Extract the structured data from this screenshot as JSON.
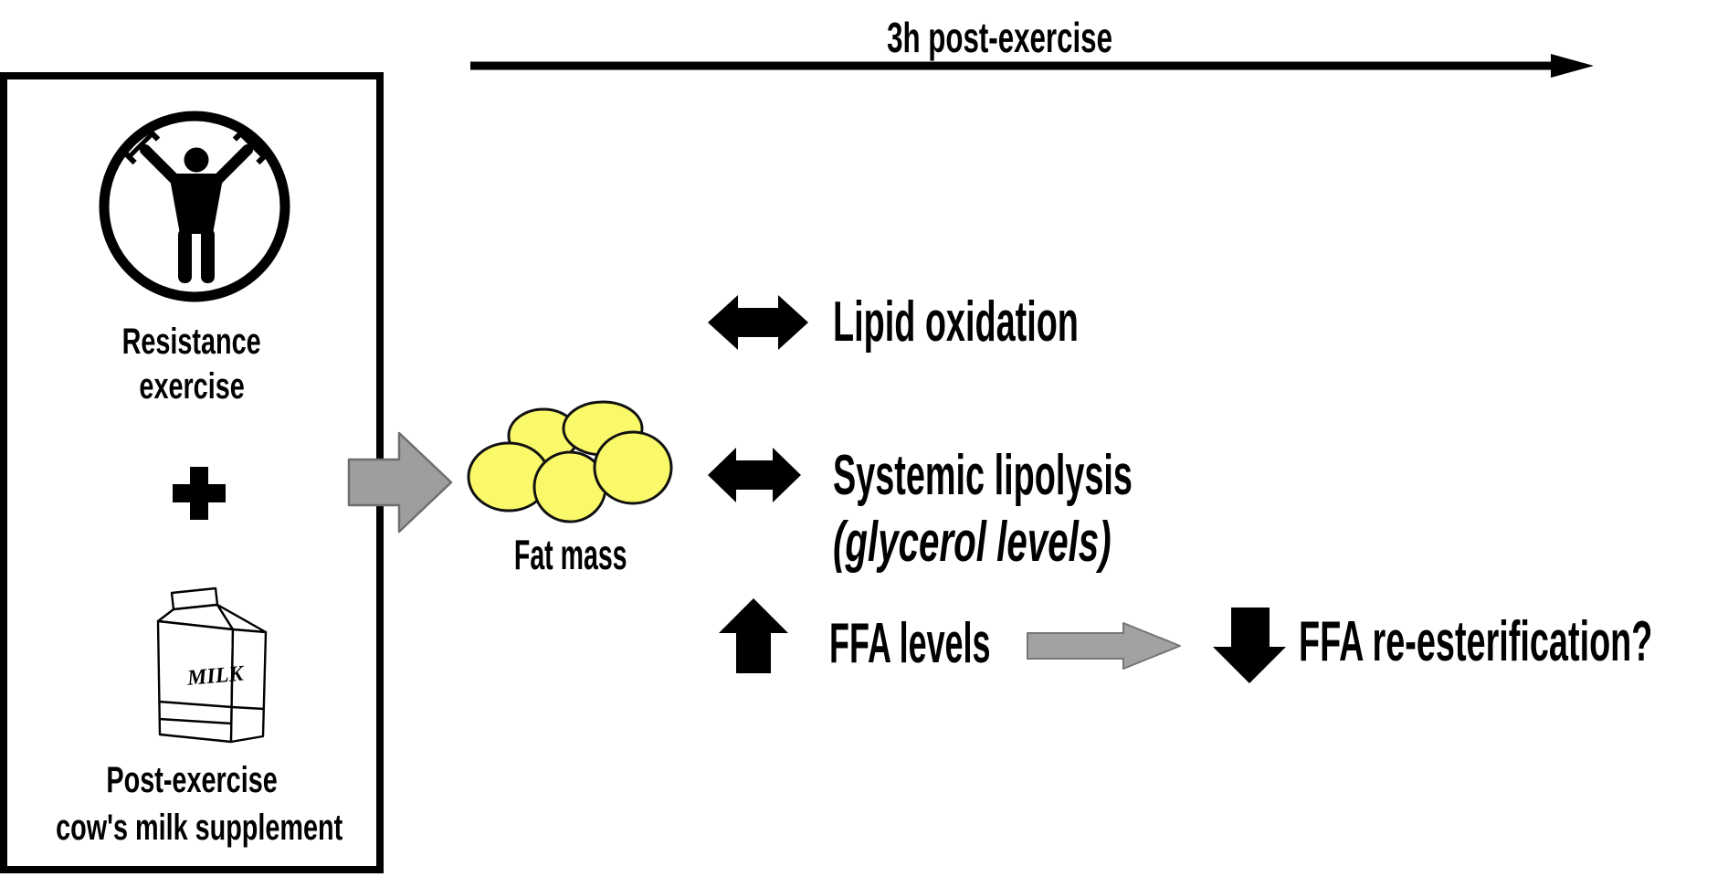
{
  "timeline": {
    "label": "3h post-exercise"
  },
  "intervention_box": {
    "exercise": {
      "line1": "Resistance",
      "line2": "exercise"
    },
    "plus_symbol": "+",
    "milk_carton_label": "MILK",
    "supplement": {
      "line1": "Post-exercise",
      "line2": "cow's milk supplement"
    }
  },
  "fat_mass": {
    "label": "Fat mass"
  },
  "outcomes": {
    "lipid_oxidation": {
      "label": "Lipid oxidation",
      "change": "no-change"
    },
    "systemic_lipolysis": {
      "label": "Systemic lipolysis",
      "sublabel": "(glycerol levels)",
      "change": "no-change"
    },
    "ffa_levels": {
      "label": "FFA levels",
      "change": "increase"
    },
    "ffa_reesterification": {
      "label": "FFA re-esterification?",
      "change": "decrease"
    }
  },
  "colors": {
    "fat_cell_yellow": "#FAF96A",
    "fat_cell_outline": "#111111",
    "gray_arrow_fill": "#9E9E9E",
    "gray_arrow_stroke": "#6E6E6E",
    "black": "#000000",
    "background": "#FFFFFF"
  }
}
